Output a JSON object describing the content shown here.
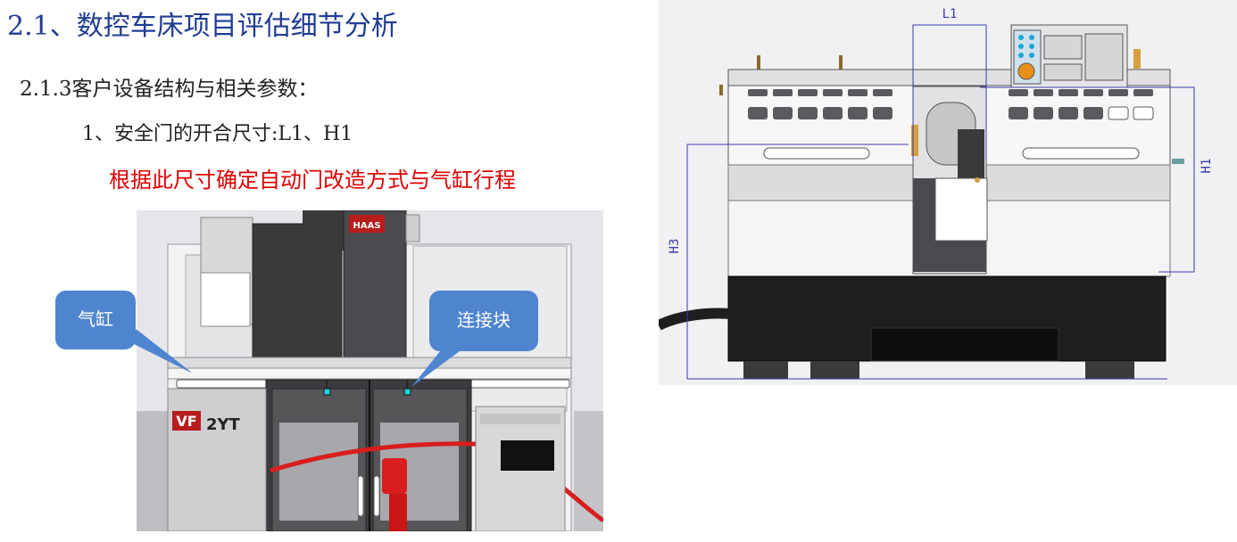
{
  "title": "2.1、数控车床项目评估细节分析",
  "subtitle": "2.1.3客户设备结构与相关参数：",
  "item1": "1、安全门的开合尺寸:L1、H1",
  "note": "根据此尺寸确定自动门改造方式与气缸行程",
  "left_image": {
    "callout_cylinder": "气缸",
    "callout_connector": "连接块",
    "logo_vf": "VF",
    "logo_model": "2YT",
    "logo_haas": "HAAS",
    "callout_color": "#4f84cf"
  },
  "right_image": {
    "dim_l1": "L1",
    "dim_h1": "H1",
    "dim_h3": "H3",
    "dim_color": "#3a3ab0"
  }
}
